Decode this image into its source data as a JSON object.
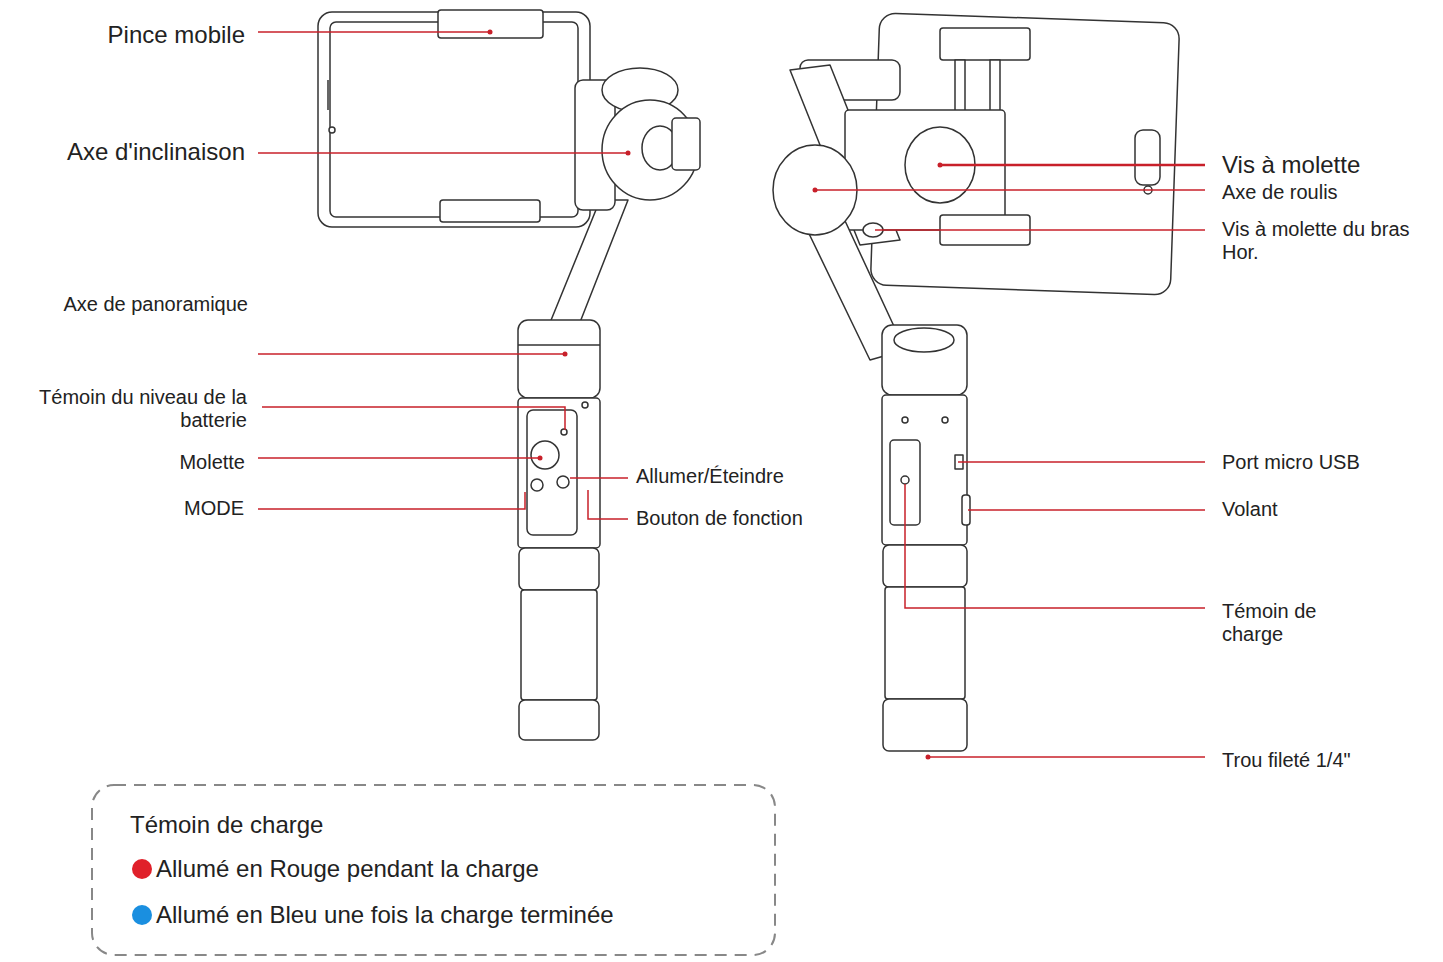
{
  "diagram": {
    "nodes": [
      {
        "text": [
          "Témoin de charge"
        ]
      }
    ],
    "labels": [
      "Pince mobile",
      "Axe d'inclinaison",
      "Axe de panoramique",
      "Témoin du niveau de la batterie",
      "Molette",
      "MODE",
      "Allumer/Éteindre",
      "Bouton de fonction",
      "Vis à molette",
      "Axe de roulis",
      "Vis à molette du bras Hor.",
      "Port micro USB",
      "Volant",
      "Témoin de charge",
      "Trou fileté 1/4\""
    ],
    "legend": [
      {
        "text": "Allumé en Rouge pendant la charge",
        "color": "#e0202a"
      },
      {
        "text": "Allumé en Bleu une fois la charge terminée",
        "color": "#1a8fe0"
      }
    ]
  }
}
